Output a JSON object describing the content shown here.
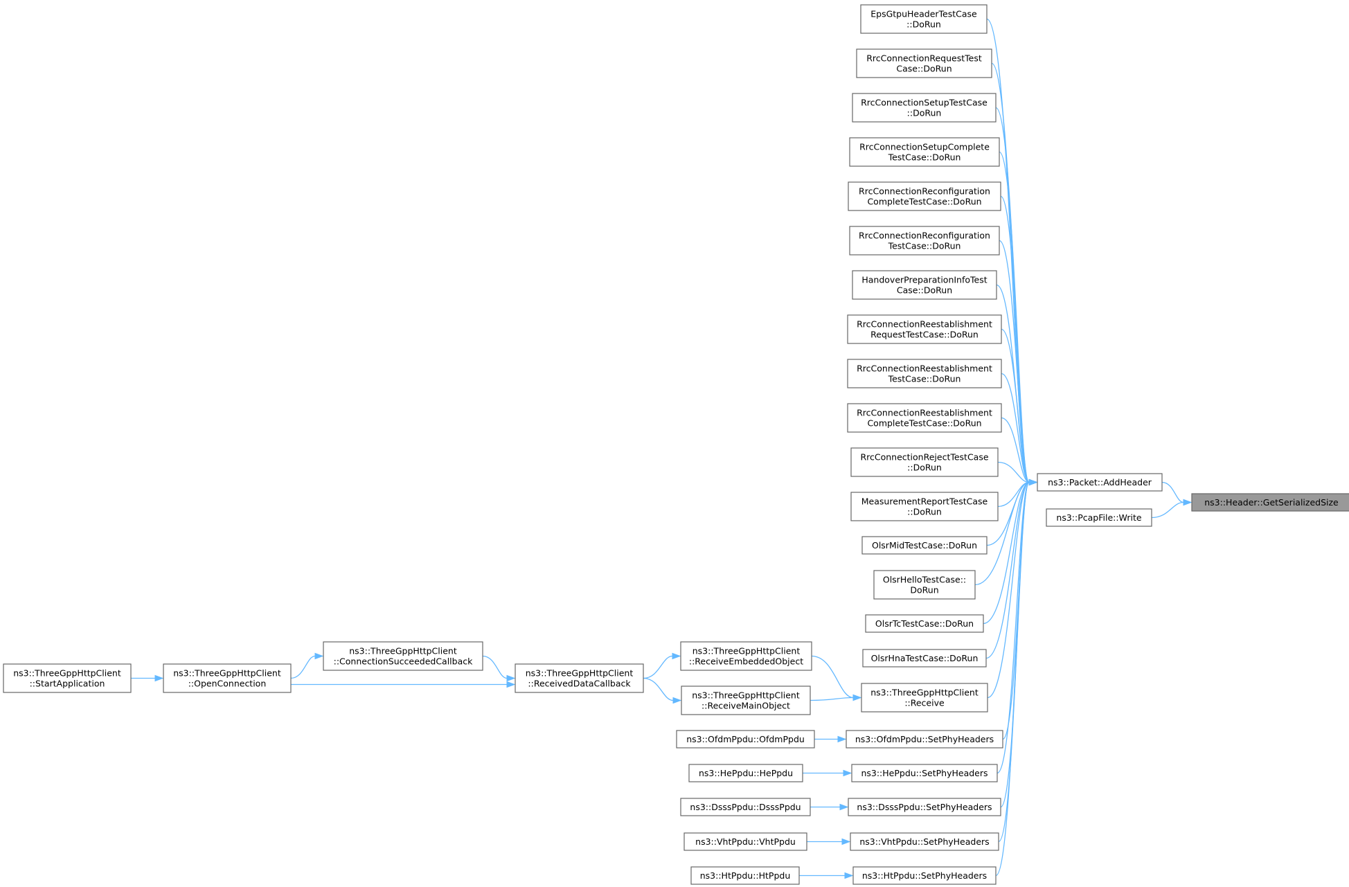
{
  "graph": {
    "nodes": [
      {
        "id": "getsize",
        "lines": [
          "ns3::Header::GetSerializedSize"
        ],
        "focus": true
      },
      {
        "id": "addheader",
        "lines": [
          "ns3::Packet::AddHeader"
        ]
      },
      {
        "id": "pcapwrite",
        "lines": [
          "ns3::PcapFile::Write"
        ]
      },
      {
        "id": "epsgtpu",
        "lines": [
          "EpsGtpuHeaderTestCase",
          "::DoRun"
        ]
      },
      {
        "id": "rrcreq",
        "lines": [
          "RrcConnectionRequestTest",
          "Case::DoRun"
        ]
      },
      {
        "id": "rrcsetup",
        "lines": [
          "RrcConnectionSetupTestCase",
          "::DoRun"
        ]
      },
      {
        "id": "rrcsetupcomplete",
        "lines": [
          "RrcConnectionSetupComplete",
          "TestCase::DoRun"
        ]
      },
      {
        "id": "rrcreconfcomplete",
        "lines": [
          "RrcConnectionReconfiguration",
          "CompleteTestCase::DoRun"
        ]
      },
      {
        "id": "rrcreconf",
        "lines": [
          "RrcConnectionReconfiguration",
          "TestCase::DoRun"
        ]
      },
      {
        "id": "handover",
        "lines": [
          "HandoverPreparationInfoTest",
          "Case::DoRun"
        ]
      },
      {
        "id": "rrcreestreq",
        "lines": [
          "RrcConnectionReestablishment",
          "RequestTestCase::DoRun"
        ]
      },
      {
        "id": "rrcreest",
        "lines": [
          "RrcConnectionReestablishment",
          "TestCase::DoRun"
        ]
      },
      {
        "id": "rrcreestcomplete",
        "lines": [
          "RrcConnectionReestablishment",
          "CompleteTestCase::DoRun"
        ]
      },
      {
        "id": "rrcreject",
        "lines": [
          "RrcConnectionRejectTestCase",
          "::DoRun"
        ]
      },
      {
        "id": "measreport",
        "lines": [
          "MeasurementReportTestCase",
          "::DoRun"
        ]
      },
      {
        "id": "olsrmid",
        "lines": [
          "OlsrMidTestCase::DoRun"
        ]
      },
      {
        "id": "olsrhello",
        "lines": [
          "OlsrHelloTestCase::",
          "DoRun"
        ]
      },
      {
        "id": "olsrtc",
        "lines": [
          "OlsrTcTestCase::DoRun"
        ]
      },
      {
        "id": "olsrhna",
        "lines": [
          "OlsrHnaTestCase::DoRun"
        ]
      },
      {
        "id": "receive",
        "lines": [
          "ns3::ThreeGppHttpClient",
          "::Receive"
        ]
      },
      {
        "id": "ofdmset",
        "lines": [
          "ns3::OfdmPpdu::SetPhyHeaders"
        ]
      },
      {
        "id": "heset",
        "lines": [
          "ns3::HePpdu::SetPhyHeaders"
        ]
      },
      {
        "id": "dsssset",
        "lines": [
          "ns3::DsssPpdu::SetPhyHeaders"
        ]
      },
      {
        "id": "vhtset",
        "lines": [
          "ns3::VhtPpdu::SetPhyHeaders"
        ]
      },
      {
        "id": "htset",
        "lines": [
          "ns3::HtPpdu::SetPhyHeaders"
        ]
      },
      {
        "id": "recvembedded",
        "lines": [
          "ns3::ThreeGppHttpClient",
          "::ReceiveEmbeddedObject"
        ]
      },
      {
        "id": "recvmain",
        "lines": [
          "ns3::ThreeGppHttpClient",
          "::ReceiveMainObject"
        ]
      },
      {
        "id": "ofdmctor",
        "lines": [
          "ns3::OfdmPpdu::OfdmPpdu"
        ]
      },
      {
        "id": "hector",
        "lines": [
          "ns3::HePpdu::HePpdu"
        ]
      },
      {
        "id": "dsssctor",
        "lines": [
          "ns3::DsssPpdu::DsssPpdu"
        ]
      },
      {
        "id": "vhtctor",
        "lines": [
          "ns3::VhtPpdu::VhtPpdu"
        ]
      },
      {
        "id": "htctor",
        "lines": [
          "ns3::HtPpdu::HtPpdu"
        ]
      },
      {
        "id": "recvdata",
        "lines": [
          "ns3::ThreeGppHttpClient",
          "::ReceivedDataCallback"
        ]
      },
      {
        "id": "connsucceeded",
        "lines": [
          "ns3::ThreeGppHttpClient",
          "::ConnectionSucceededCallback"
        ]
      },
      {
        "id": "openconn",
        "lines": [
          "ns3::ThreeGppHttpClient",
          "::OpenConnection"
        ]
      },
      {
        "id": "startapp",
        "lines": [
          "ns3::ThreeGppHttpClient",
          "::StartApplication"
        ]
      }
    ],
    "edges": [
      {
        "from": "addheader",
        "to": "getsize"
      },
      {
        "from": "pcapwrite",
        "to": "getsize"
      },
      {
        "from": "epsgtpu",
        "to": "addheader"
      },
      {
        "from": "rrcreq",
        "to": "addheader"
      },
      {
        "from": "rrcsetup",
        "to": "addheader"
      },
      {
        "from": "rrcsetupcomplete",
        "to": "addheader"
      },
      {
        "from": "rrcreconfcomplete",
        "to": "addheader"
      },
      {
        "from": "rrcreconf",
        "to": "addheader"
      },
      {
        "from": "handover",
        "to": "addheader"
      },
      {
        "from": "rrcreestreq",
        "to": "addheader"
      },
      {
        "from": "rrcreest",
        "to": "addheader"
      },
      {
        "from": "rrcreestcomplete",
        "to": "addheader"
      },
      {
        "from": "rrcreject",
        "to": "addheader"
      },
      {
        "from": "measreport",
        "to": "addheader"
      },
      {
        "from": "olsrmid",
        "to": "addheader"
      },
      {
        "from": "olsrhello",
        "to": "addheader"
      },
      {
        "from": "olsrtc",
        "to": "addheader"
      },
      {
        "from": "olsrhna",
        "to": "addheader"
      },
      {
        "from": "receive",
        "to": "addheader"
      },
      {
        "from": "ofdmset",
        "to": "addheader"
      },
      {
        "from": "heset",
        "to": "addheader"
      },
      {
        "from": "dsssset",
        "to": "addheader"
      },
      {
        "from": "vhtset",
        "to": "addheader"
      },
      {
        "from": "htset",
        "to": "addheader"
      },
      {
        "from": "recvembedded",
        "to": "receive"
      },
      {
        "from": "recvmain",
        "to": "receive"
      },
      {
        "from": "ofdmctor",
        "to": "ofdmset"
      },
      {
        "from": "hector",
        "to": "heset"
      },
      {
        "from": "dsssctor",
        "to": "dsssset"
      },
      {
        "from": "vhtctor",
        "to": "vhtset"
      },
      {
        "from": "htctor",
        "to": "htset"
      },
      {
        "from": "recvdata",
        "to": "recvembedded"
      },
      {
        "from": "recvdata",
        "to": "recvmain"
      },
      {
        "from": "connsucceeded",
        "to": "recvdata"
      },
      {
        "from": "openconn",
        "to": "recvdata"
      },
      {
        "from": "openconn",
        "to": "connsucceeded"
      },
      {
        "from": "startapp",
        "to": "openconn"
      }
    ],
    "colors": {
      "edge": "#63b8ff",
      "node_border": "#666666",
      "focus_fill": "#999999",
      "node_fill": "#ffffff"
    }
  }
}
